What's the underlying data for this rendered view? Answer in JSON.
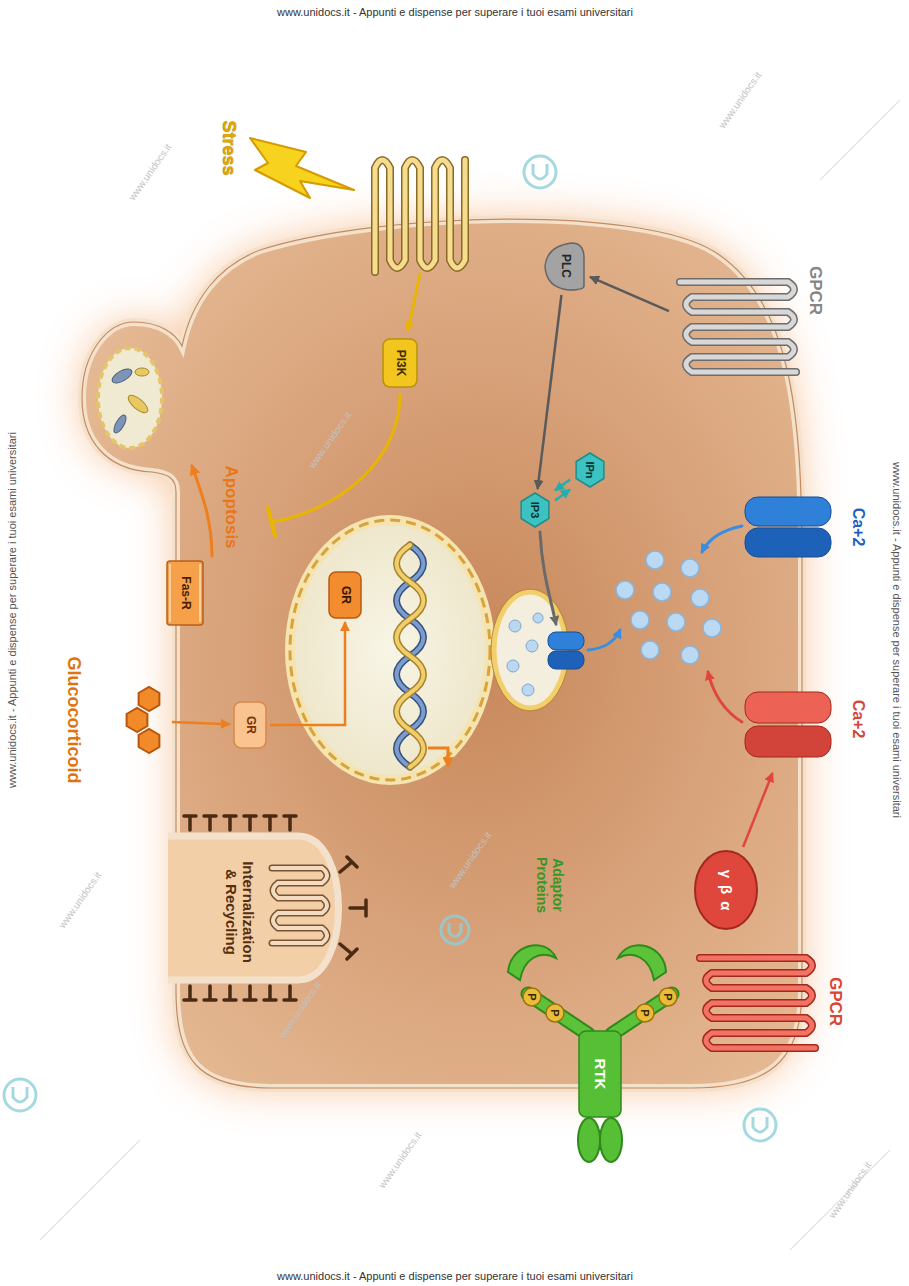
{
  "diagram": {
    "nodes": [
      {
        "text": [
          "GPCR"
        ]
      },
      {
        "text": [
          "PLC"
        ]
      },
      {
        "text": [
          "PI3K"
        ]
      },
      {
        "text": [
          "IPn"
        ]
      },
      {
        "text": [
          "IP3"
        ]
      },
      {
        "text": [
          "Ca+2"
        ]
      },
      {
        "text": [
          "Ca+2"
        ]
      },
      {
        "text": [
          "GR"
        ]
      },
      {
        "text": [
          "Fas-R"
        ]
      },
      {
        "text": [
          "GR"
        ]
      },
      {
        "text": [
          "Glucocorticoid"
        ]
      },
      {
        "text": [
          "γ",
          "β",
          "α"
        ]
      },
      {
        "text": [
          "GPCR"
        ]
      },
      {
        "text": [
          "RTK"
        ]
      },
      {
        "text": [
          "P"
        ]
      },
      {
        "text": [
          "P"
        ]
      },
      {
        "text": [
          "P"
        ]
      },
      {
        "text": [
          "P"
        ]
      }
    ],
    "edges": [
      {
        "from": 0,
        "to": 1,
        "arrow": "to"
      },
      {
        "from": 1,
        "to": 4,
        "arrow": "to"
      },
      {
        "from": 4,
        "to": 3,
        "arrow": "to"
      },
      {
        "from": 3,
        "to": 4,
        "arrow": "to"
      },
      {
        "from": 10,
        "to": 9,
        "arrow": "to"
      },
      {
        "from": 9,
        "to": 7,
        "arrow": "to"
      },
      {
        "from": 11,
        "to": 6,
        "arrow": "to"
      }
    ],
    "labels": [
      "www.unidocs.it - Appunti e dispense per superare i tuoi esami universitari",
      "Stress",
      "Apoptosis",
      "Adaptor Proteins",
      "Internalization & Recycling",
      "www.unidocs.it - Appunti e dispense per superare i tuoi esami universitari",
      "www.unidocs.it - Appunti e dispense per superare i tuoi esami universitari",
      "www.unidocs.it - Appunti e dispense per superare i tuoi esami universitari",
      "www.unidocs.it",
      "www.unidocs.it",
      "www.unidocs.it",
      "www.unidocs.it",
      "www.unidocs.it",
      "www.unidocs.it",
      "www.unidocs.it",
      "www.unidocs.it"
    ]
  }
}
